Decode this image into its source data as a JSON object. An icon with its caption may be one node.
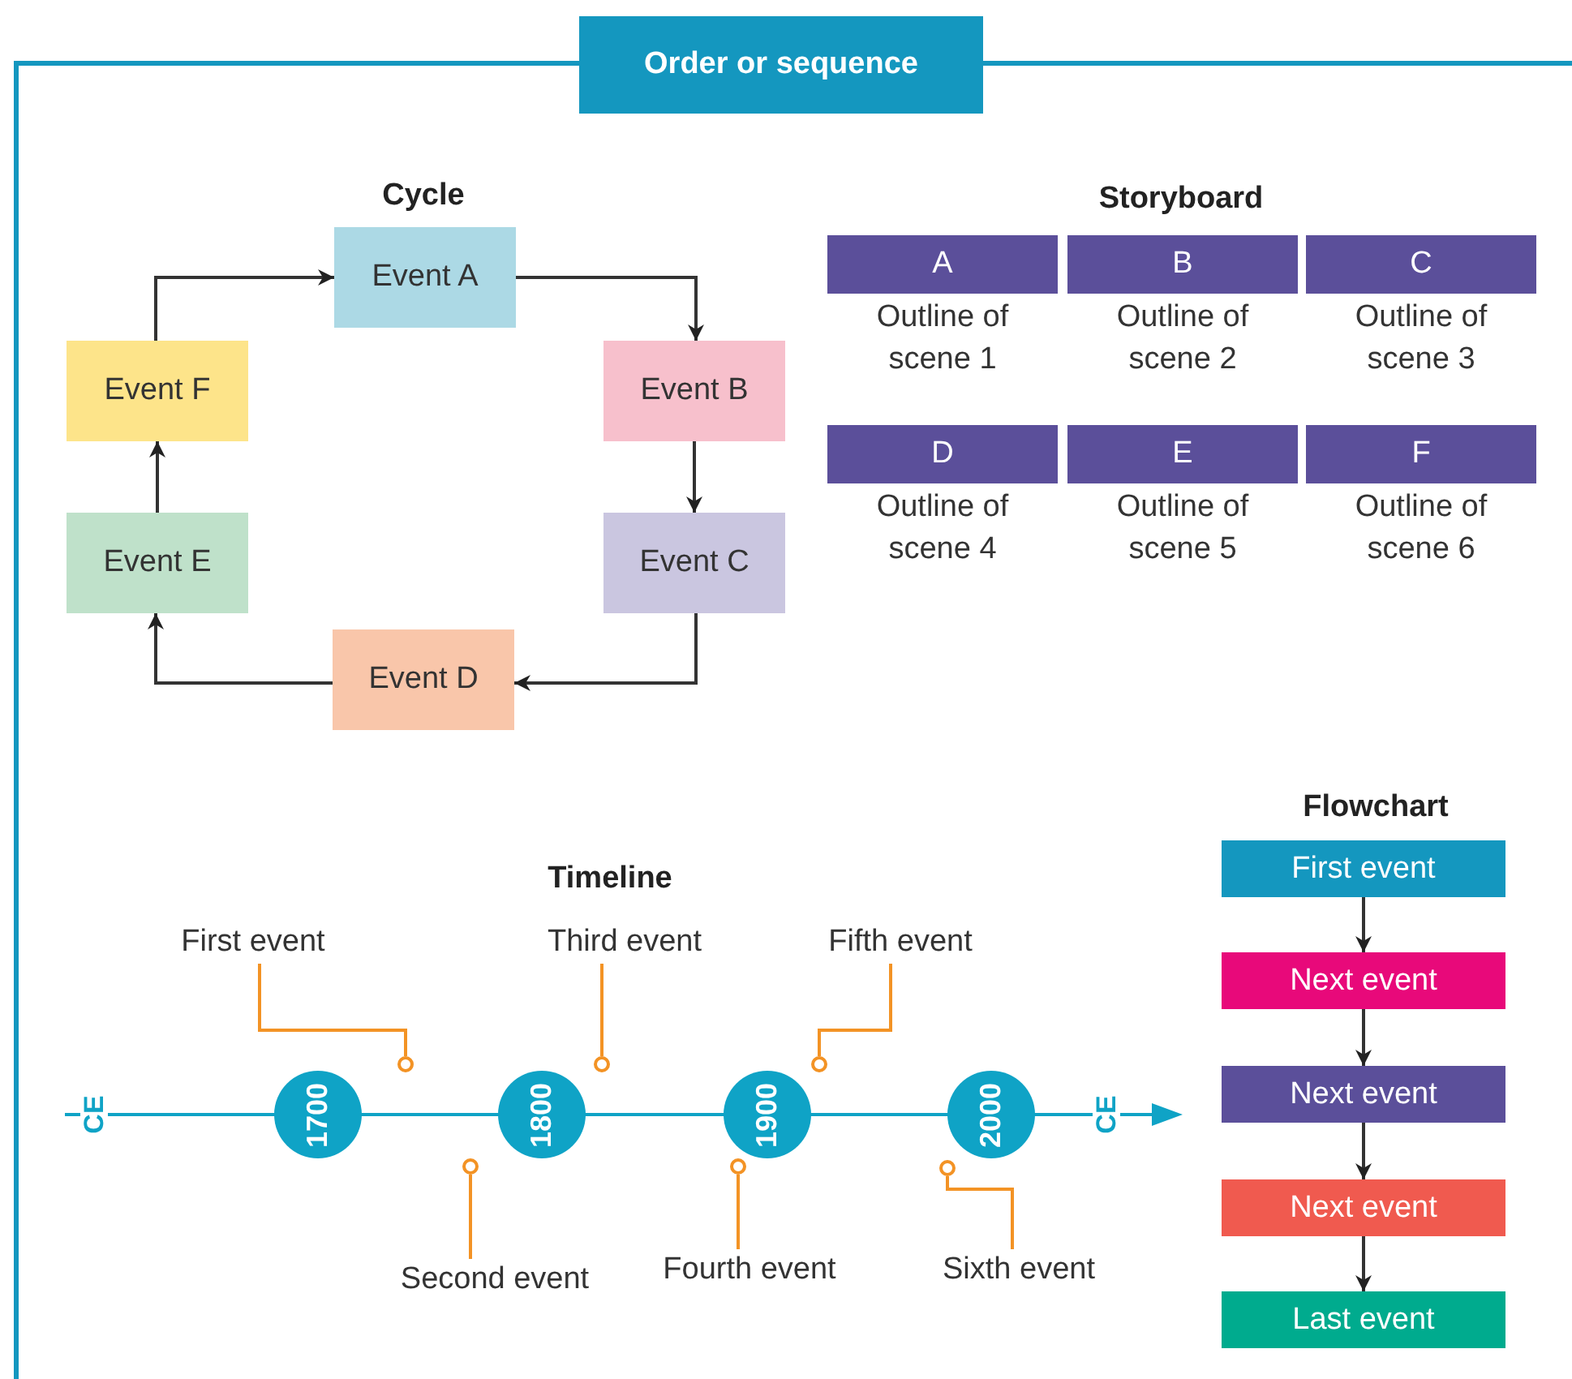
{
  "diagram": {
    "title": "Order or sequence",
    "nodes": [
      {
        "text": [
          "Event A"
        ]
      },
      {
        "text": [
          "Event B"
        ]
      },
      {
        "text": [
          "Event C"
        ]
      },
      {
        "text": [
          "Event D"
        ]
      },
      {
        "text": [
          "Event E"
        ]
      },
      {
        "text": [
          "Event F"
        ]
      },
      {
        "text": [
          "A"
        ],
        "beside": [
          "Outline of scene 1"
        ]
      },
      {
        "text": [
          "B"
        ],
        "beside": [
          "Outline of scene 2"
        ]
      },
      {
        "text": [
          "C"
        ],
        "beside": [
          "Outline of scene 3"
        ]
      },
      {
        "text": [
          "D"
        ],
        "beside": [
          "Outline of scene 4"
        ]
      },
      {
        "text": [
          "E"
        ],
        "beside": [
          "Outline of scene 5"
        ]
      },
      {
        "text": [
          "F"
        ],
        "beside": [
          "Outline of scene 6"
        ]
      },
      {
        "text": [
          "First event"
        ]
      },
      {
        "text": [
          "Third event"
        ]
      },
      {
        "text": [
          "Fifth event"
        ]
      },
      {
        "text": [
          "1700"
        ]
      },
      {
        "text": [
          "1800"
        ]
      },
      {
        "text": [
          "1900"
        ]
      },
      {
        "text": [
          "2000"
        ]
      },
      {
        "text": [],
        "shape": "circle"
      },
      {
        "text": [],
        "shape": "circle"
      },
      {
        "text": [],
        "shape": "circle"
      },
      {
        "text": [],
        "shape": "circle"
      },
      {
        "text": [],
        "shape": "circle"
      },
      {
        "text": [],
        "shape": "circle"
      },
      {
        "text": [
          "Second event"
        ]
      },
      {
        "text": [
          "Fourth event"
        ]
      },
      {
        "text": [
          "Sixth event"
        ]
      },
      {
        "text": [
          "First event"
        ]
      },
      {
        "text": [
          "Next event"
        ]
      },
      {
        "text": [
          "Next event"
        ]
      },
      {
        "text": [
          "Next event"
        ]
      },
      {
        "text": [
          "Last event"
        ]
      }
    ],
    "edges": [
      {
        "from": 0,
        "to": 1,
        "arrow": "to"
      },
      {
        "from": 1,
        "to": 2,
        "arrow": "to"
      },
      {
        "from": 2,
        "to": 3,
        "arrow": "to"
      },
      {
        "from": 3,
        "to": 4,
        "arrow": "to"
      },
      {
        "from": 4,
        "to": 5,
        "arrow": "to"
      },
      {
        "from": 5,
        "to": 0,
        "arrow": "to"
      },
      {
        "from": 12,
        "to": 19,
        "arrow": "none",
        "color": "#f39325"
      },
      {
        "from": 25,
        "to": 20,
        "arrow": "none",
        "color": "#f39325"
      },
      {
        "from": 13,
        "to": 21,
        "arrow": "none",
        "color": "#f39325"
      },
      {
        "from": 26,
        "to": 22,
        "arrow": "none",
        "color": "#f39325"
      },
      {
        "from": 14,
        "to": 23,
        "arrow": "none",
        "color": "#f39325"
      },
      {
        "from": 27,
        "to": 24,
        "arrow": "none",
        "color": "#f39325"
      },
      {
        "from": 28,
        "to": 29,
        "arrow": "to"
      },
      {
        "from": 29,
        "to": 30,
        "arrow": "to"
      },
      {
        "from": 30,
        "to": 31,
        "arrow": "to"
      },
      {
        "from": 31,
        "to": 32,
        "arrow": "to"
      }
    ],
    "labels": [
      "Cycle",
      "Storyboard",
      "Flowchart",
      "Timeline",
      "CE",
      "CE"
    ]
  }
}
